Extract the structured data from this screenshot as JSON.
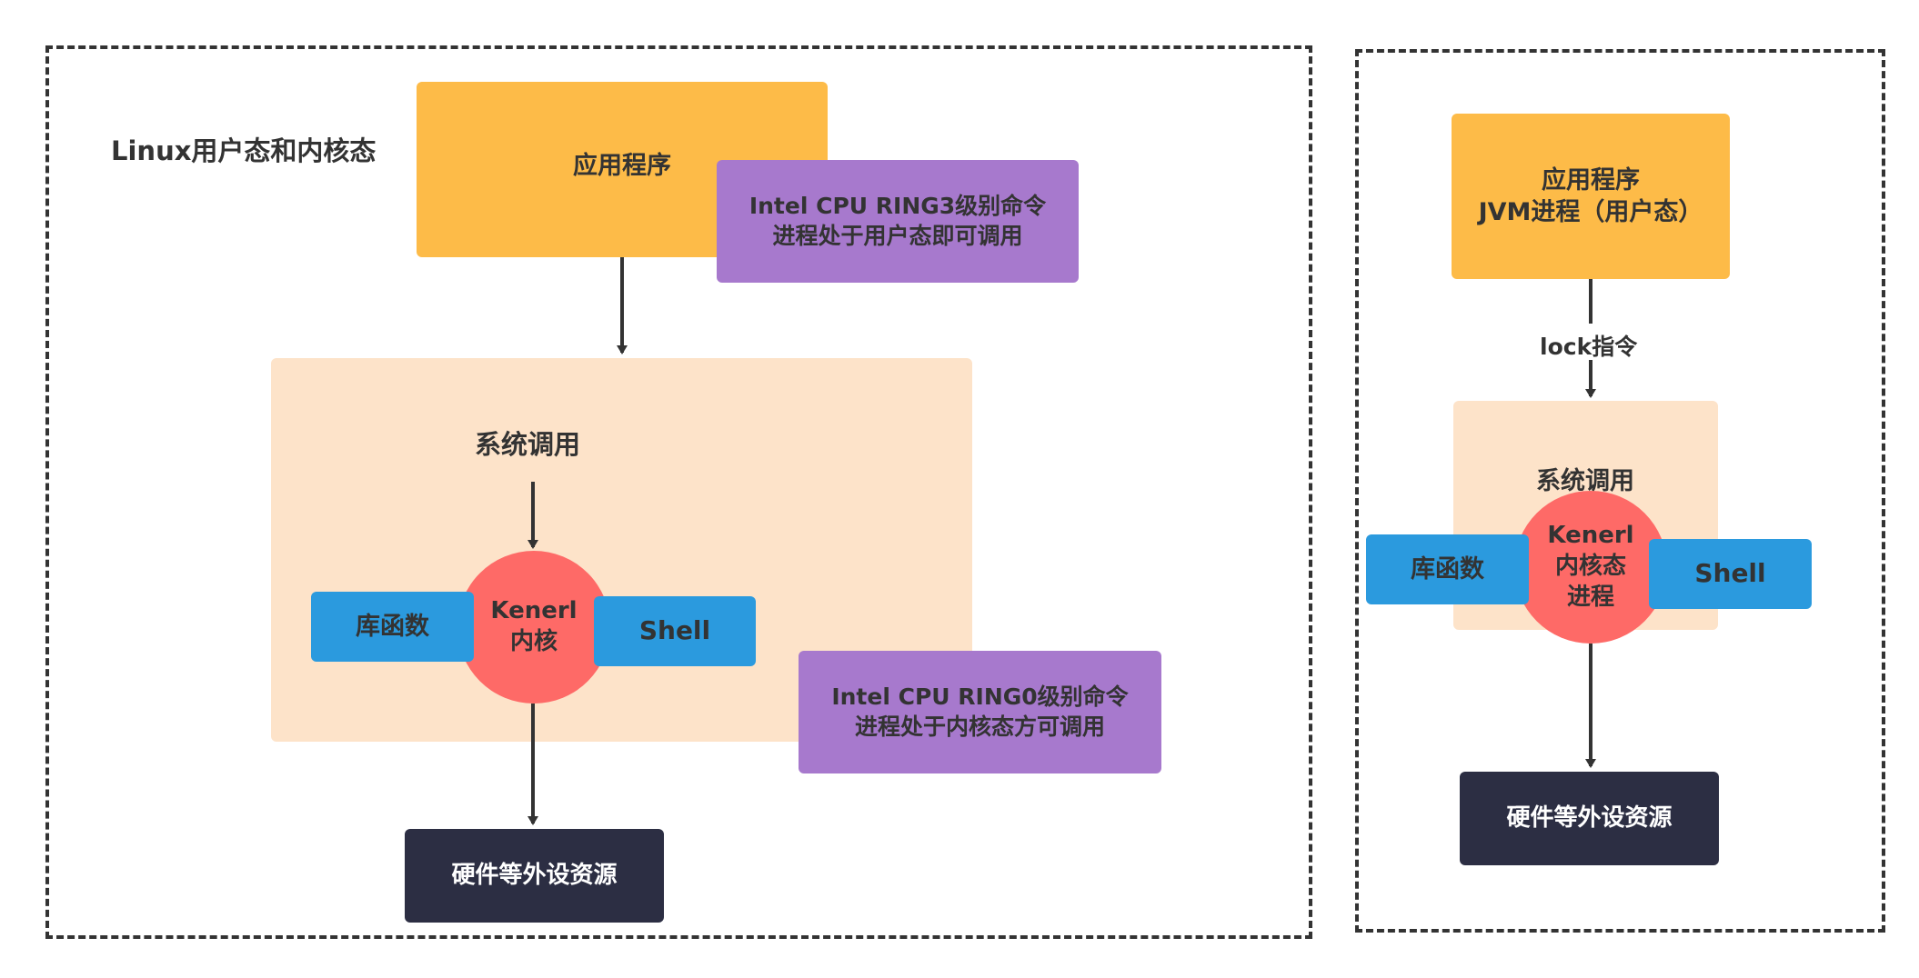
{
  "colors": {
    "app_box": "#fdbb48",
    "ring_box": "#a779cd",
    "syscall_area": "#fde3c9",
    "side_box": "#2b9ade",
    "kernel_circle": "#fe6a67",
    "hardware_box": "#2c2e43",
    "line": "#333333"
  },
  "left_panel": {
    "title": "Linux用户态和内核态",
    "app": "应用程序",
    "ring3": "Intel CPU RING3级别命令\n进程处于用户态即可调用",
    "syscall": "系统调用",
    "library": "库函数",
    "kernel": "Kenerl\n内核",
    "shell": "Shell",
    "ring0": "Intel CPU RING0级别命令\n进程处于内核态方可调用",
    "hardware": "硬件等外设资源"
  },
  "right_panel": {
    "app": "应用程序\nJVM进程（用户态）",
    "lock": "lock指令",
    "syscall": "系统调用",
    "library": "库函数",
    "kernel": "Kenerl\n内核态\n进程",
    "shell": "Shell",
    "hardware": "硬件等外设资源"
  }
}
